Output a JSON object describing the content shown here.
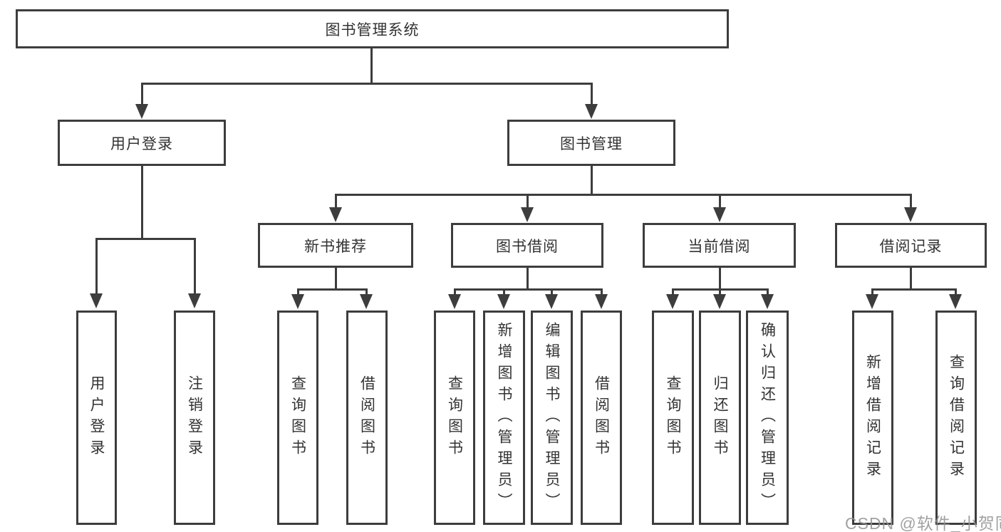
{
  "tree": {
    "root": {
      "label": "图书管理系统"
    },
    "children": [
      {
        "label": "用户登录",
        "children": [
          {
            "label": "用户登录"
          },
          {
            "label": "注销登录"
          }
        ]
      },
      {
        "label": "图书管理",
        "children": [
          {
            "label": "新书推荐",
            "children": [
              {
                "label": "查询图书"
              },
              {
                "label": "借阅图书"
              }
            ]
          },
          {
            "label": "图书借阅",
            "children": [
              {
                "label": "查询图书"
              },
              {
                "label": "新增图书（管理员）"
              },
              {
                "label": "编辑图书（管理员）"
              },
              {
                "label": "借阅图书"
              }
            ]
          },
          {
            "label": "当前借阅",
            "children": [
              {
                "label": "查询图书"
              },
              {
                "label": "归还图书"
              },
              {
                "label": "确认归还（管理员）"
              }
            ]
          },
          {
            "label": "借阅记录",
            "children": [
              {
                "label": "新增借阅记录"
              },
              {
                "label": "查询借阅记录"
              }
            ]
          }
        ]
      }
    ]
  },
  "watermark": {
    "text": "CSDN @软件_小贺同学"
  },
  "colors": {
    "line": "#3d3d3d",
    "text": "#333333",
    "watermark": "#919191",
    "background": "#ffffff"
  }
}
